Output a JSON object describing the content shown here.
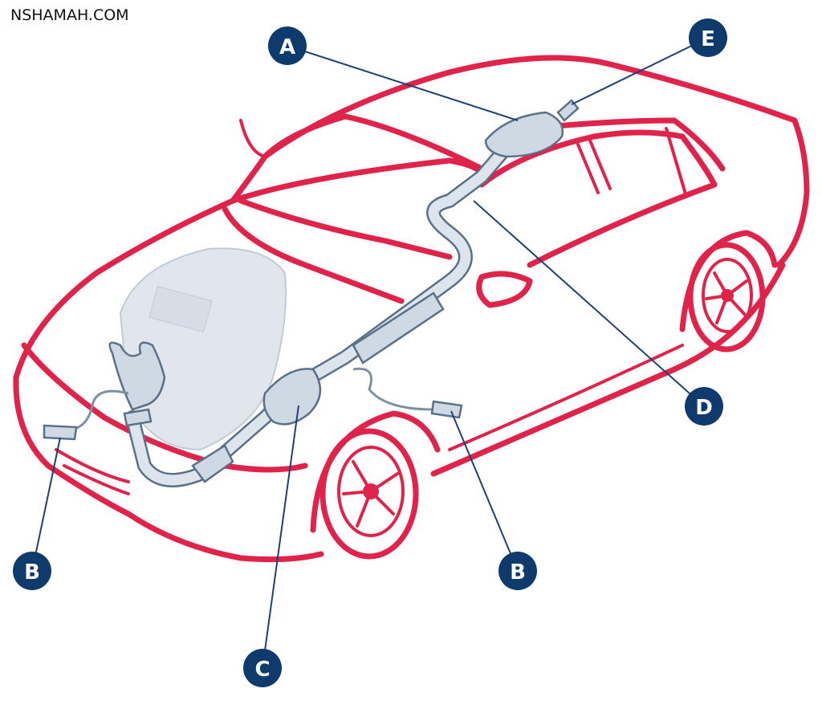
{
  "watermark": "NSHAMAH.COM",
  "colors": {
    "car_outline": "#e0234a",
    "callout": "#0e3a6c",
    "exhaust": "#cfd9e3"
  },
  "callouts": {
    "a": "A",
    "e": "E",
    "d": "D",
    "b_front": "B",
    "b_rear": "B",
    "c": "C"
  }
}
